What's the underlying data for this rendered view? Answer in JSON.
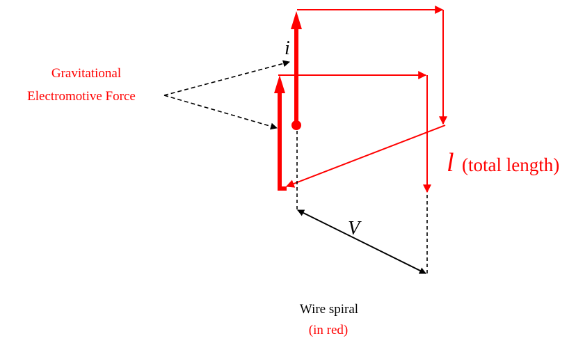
{
  "labels": {
    "gravitational_line1": "Gravitational",
    "gravitational_line2": "Electromotive Force",
    "current_symbol": "i",
    "length_symbol": "l",
    "length_note": "(total length)",
    "voltage_symbol": "V",
    "caption_line1": "Wire spiral",
    "caption_line2": "(in red)"
  },
  "colors": {
    "wire": "#ff0000",
    "annotation": "#000000",
    "background": "#ffffff"
  }
}
